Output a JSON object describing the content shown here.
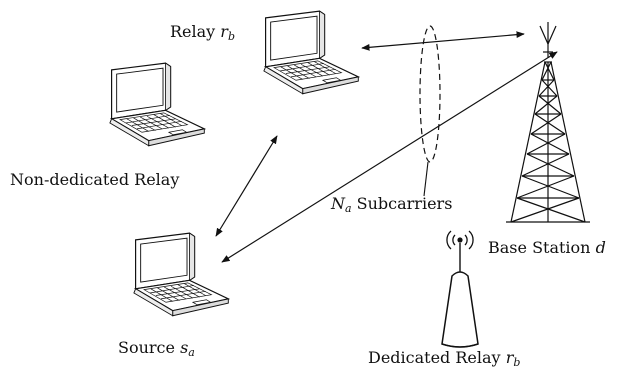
{
  "labels": {
    "relay_rb": {
      "text": "Relay ",
      "var": "r",
      "sub": "b"
    },
    "non_dedicated": {
      "text": "Non-dedicated Relay"
    },
    "subcarriers": {
      "var": "N",
      "sub": "a",
      "text": " Subcarriers"
    },
    "base_station": {
      "text": "Base Station ",
      "var": "d"
    },
    "source": {
      "text": "Source ",
      "var": "s",
      "sub": "a"
    },
    "dedicated_relay": {
      "text": "Dedicated Relay ",
      "var": "r",
      "sub": "b"
    }
  },
  "icons": {
    "laptop": "laptop-icon",
    "tower": "base-station-tower-icon",
    "dedicated_relay": "dedicated-relay-antenna-icon"
  },
  "colors": {
    "stroke": "#111111",
    "fill": "#ffffff"
  }
}
